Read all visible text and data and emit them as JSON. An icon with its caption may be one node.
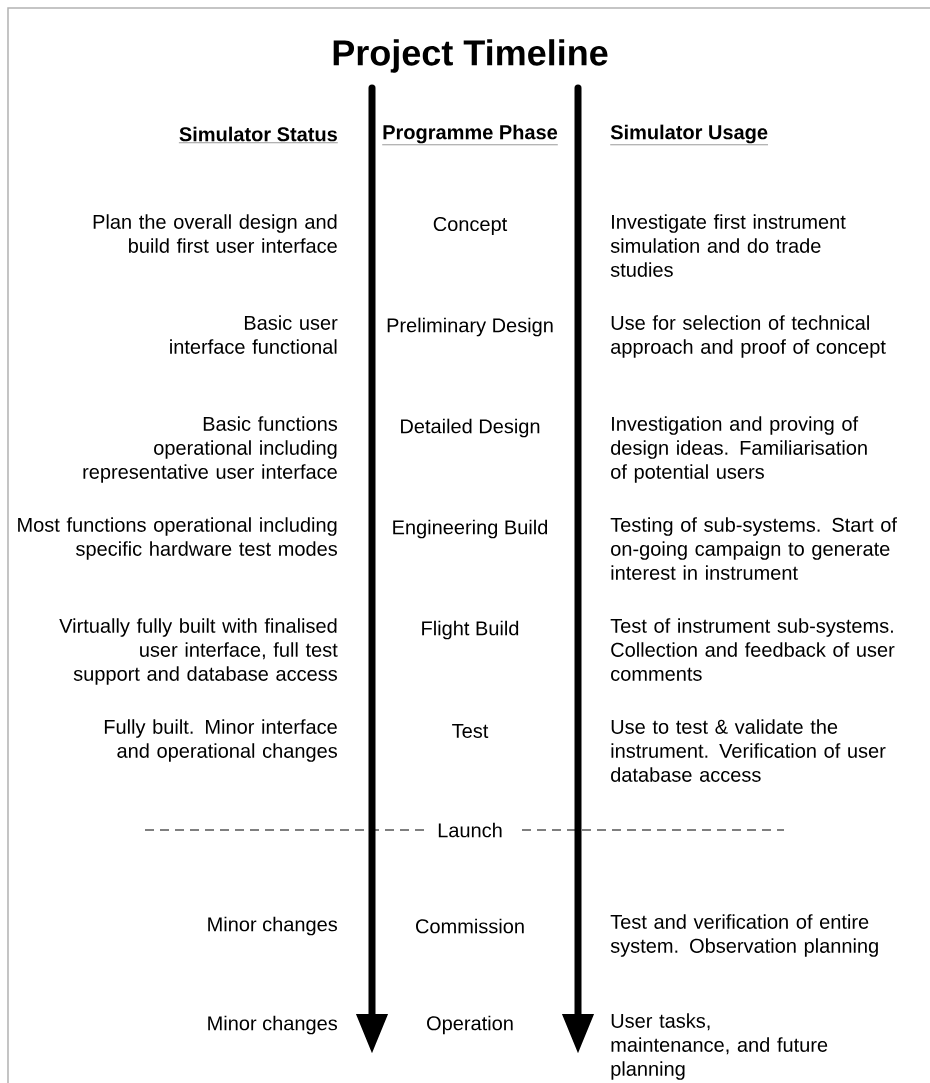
{
  "diagram": {
    "title": "Project Timeline",
    "labels": [
      "Simulator Status",
      "Programme Phase",
      "Simulator Usage",
      "Plan the overall design and build first user interface",
      "Concept",
      "Investigate first instrument simulation and do trade studies",
      "Basic user interface functional",
      "Preliminary Design",
      "Use for selection of technical approach and proof of concept",
      "Basic functions operational including representative user interface",
      "Detailed Design",
      "Investigation and proving of design ideas. Familiarisation of potential users",
      "Most functions operational including specific hardware test modes",
      "Engineering Build",
      "Testing of sub-systems. Start of on-going campaign to generate interest in instrument",
      "Virtually fully built with finalised user interface, full test support and database access",
      "Flight Build",
      "Test of instrument sub-systems. Collection and feedback of user comments",
      "Fully built. Minor interface and operational changes",
      "Test",
      "Use to test & validate the instrument. Verification of user database access",
      "Launch",
      "Minor changes",
      "Commission",
      "Test and verification of entire system. Observation planning",
      "Minor changes",
      "Operation",
      "User tasks, maintenance, and future planning"
    ]
  }
}
